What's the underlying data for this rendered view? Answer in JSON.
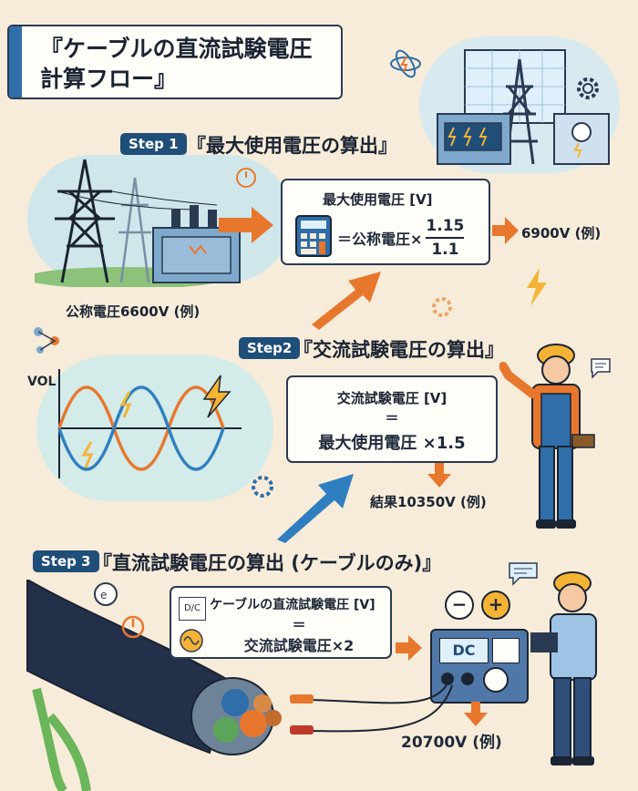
{
  "title": "『ケーブルの直流試験電圧\n計算フロー』",
  "step1": {
    "badge": "Step 1",
    "title": "『最大使用電圧の算出』",
    "box_heading": "最大使用電圧 [V]",
    "formula_prefix": "＝公称電圧×",
    "numerator": "1.15",
    "denominator": "1.1",
    "result": "6900V (例)",
    "input_label": "公称電圧6600V (例)"
  },
  "step2": {
    "badge": "Step2",
    "title": "『交流試験電圧の算出』",
    "line1": "交流試験電圧 [V]",
    "line2": "＝",
    "line3": "最大使用電圧 ×1.5",
    "result": "結果10350V (例)",
    "wave_axis_label": "VOL"
  },
  "step3": {
    "badge": "Step 3",
    "title": "『直流試験電圧の算出 (ケーブルのみ)』",
    "line1": "ケーブルの直流試験電圧 [V]",
    "line2": "＝",
    "line3": "交流試験電圧×2",
    "result": "20700V (例)",
    "meter_label": "DC",
    "dc_symbol": "D/C",
    "minus_symbol": "−",
    "plus_symbol": "+"
  },
  "colors": {
    "background": "#f6ecd9",
    "navy": "#1f4e79",
    "orange": "#e8772e",
    "blue_arrow": "#2f7fc0"
  },
  "icons": [
    "power-tower-icon",
    "transformer-icon",
    "calculator-icon",
    "sine-wave-icon",
    "lightning-icon",
    "gear-icon",
    "worker-icon",
    "cable-icon",
    "dc-meter-icon",
    "atom-icon",
    "chat-bubble-icon",
    "power-button-icon",
    "electron-icon"
  ]
}
